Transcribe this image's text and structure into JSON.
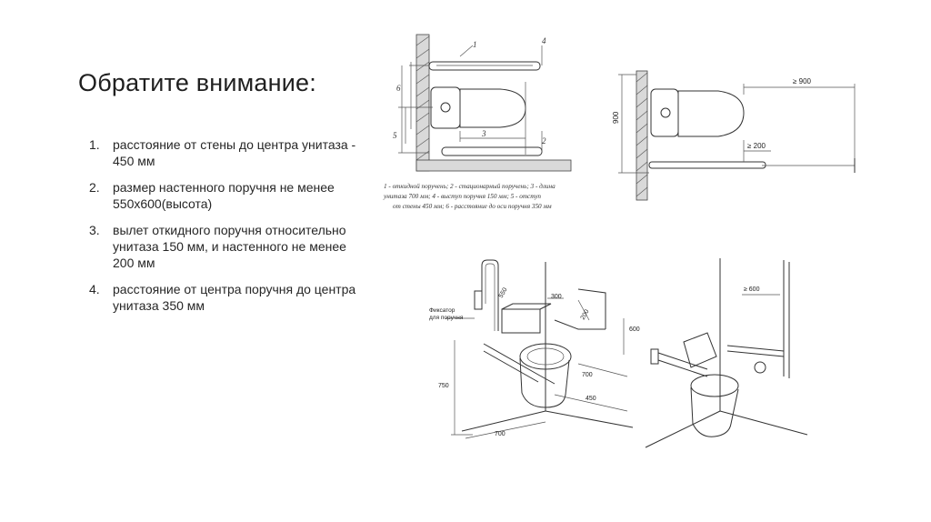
{
  "slide": {
    "title": "Обратите внимание:",
    "items": [
      {
        "num": "1.",
        "text": "расстояние от стены до центра унитаза -  450 мм"
      },
      {
        "num": "2.",
        "text": "размер настенного поручня не менее 550х600(высота)"
      },
      {
        "num": "3.",
        "text": "вылет откидного поручня относительно унитаза 150 мм, и настенного не менее 200 мм"
      },
      {
        "num": "4.",
        "text": "расстояние от центра поручня до центра унитаза 350 мм"
      }
    ]
  },
  "diagram_plan": {
    "labels": [
      "1",
      "2",
      "3",
      "4",
      "5",
      "6"
    ],
    "caption_lines": [
      "1 - откидной поручень; 2 - стационарный поручень; 3 - длина",
      "унитаза 700 мм; 4 - выступ поручня 150 мм; 5 - отступ",
      "от стены 450 мм; 6 - расстояние до оси поручня 350 мм"
    ]
  },
  "diagram_side": {
    "dim_height": "900",
    "dim_top": "≥ 900",
    "dim_grab": "≥ 200"
  },
  "diagram_iso_left": {
    "fixer_label_1": "Фиксатор",
    "fixer_label_2": "для поручня",
    "dims": {
      "d550": "550",
      "d300": "300",
      "d200": "200",
      "d600": "600",
      "d700_side": "700",
      "d450": "450",
      "d750": "750",
      "d700_bottom": "700"
    }
  },
  "diagram_iso_right": {
    "dim_600": "≥ 600"
  }
}
